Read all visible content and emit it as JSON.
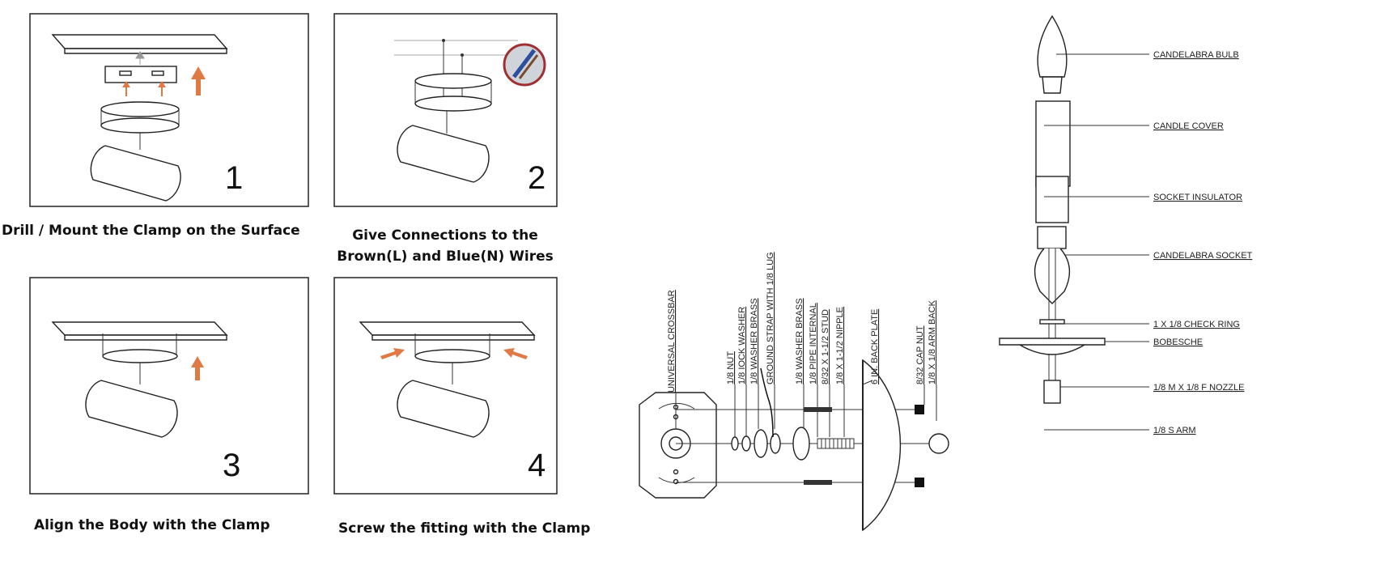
{
  "steps": [
    {
      "number": "1",
      "caption": "Drill / Mount the Clamp on the Surface"
    },
    {
      "number": "2",
      "caption_line1": "Give Connections to the",
      "caption_line2": "Brown(L) and Blue(N) Wires"
    },
    {
      "number": "3",
      "caption": "Align the Body with the Clamp"
    },
    {
      "number": "4",
      "caption": "Screw the fitting with the Clamp"
    }
  ],
  "diagram": {
    "right_labels": [
      "CANDELABRA BULB",
      "CANDLE COVER",
      "SOCKET INSULATOR",
      "CANDELABRA SOCKET",
      "1 X 1/8 CHECK RING",
      "BOBESCHE",
      "1/8 M X 1/8 F NOZZLE",
      "1/8 S ARM"
    ],
    "vertical_labels": [
      "UNIVERSAL CROSSBAR",
      "1/8 NUT",
      "1/8 IOCK WASHER",
      "1/8 WASHER BRASS",
      "GROUND STRAP WITH 1/8 LUG",
      "1/8 WASHER BRASS",
      "1/8 PIPE INTERNAL",
      "8/32 X 1-1/2 STUD",
      "1/8 X 1-1/2 NIPPLE",
      "6 IN. BACK PLATE",
      "8/32 CAP NUT",
      "1/8 X 1/8 ARM BACK"
    ]
  },
  "colors": {
    "arrow": "#e07a45",
    "line": "#333333"
  }
}
